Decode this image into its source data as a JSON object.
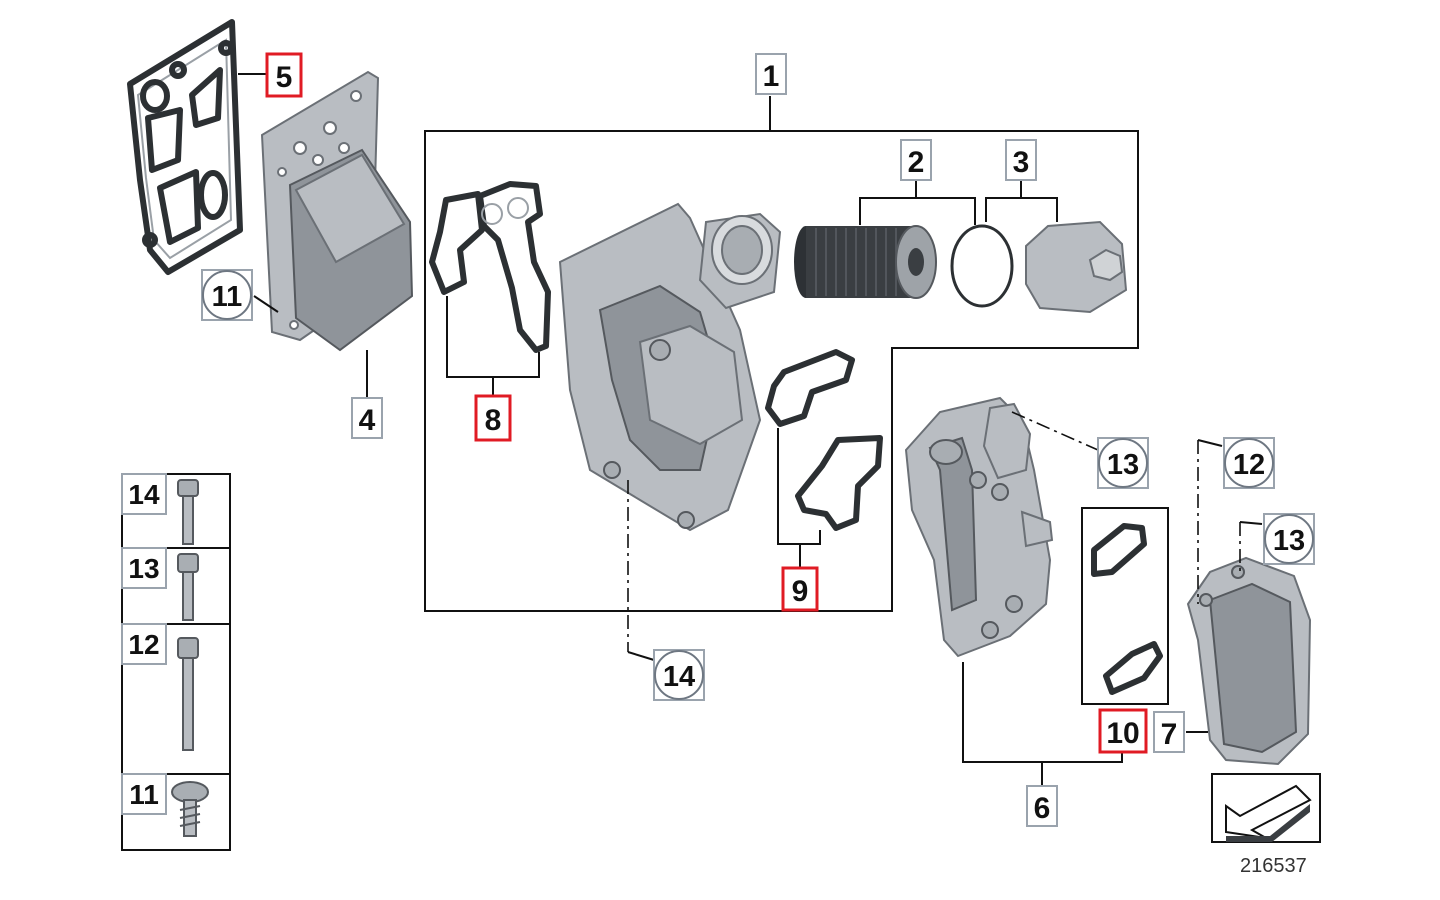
{
  "diagram": {
    "callouts": [
      {
        "id": "c1",
        "text": "1",
        "style": "box"
      },
      {
        "id": "c2",
        "text": "2",
        "style": "box"
      },
      {
        "id": "c3",
        "text": "3",
        "style": "box"
      },
      {
        "id": "c4",
        "text": "4",
        "style": "box"
      },
      {
        "id": "c5",
        "text": "5",
        "style": "red-box"
      },
      {
        "id": "c6",
        "text": "6",
        "style": "box"
      },
      {
        "id": "c7",
        "text": "7",
        "style": "box"
      },
      {
        "id": "c8",
        "text": "8",
        "style": "red-box"
      },
      {
        "id": "c9",
        "text": "9",
        "style": "red-box"
      },
      {
        "id": "c10",
        "text": "10",
        "style": "red-box"
      },
      {
        "id": "c11",
        "text": "11",
        "style": "circle"
      },
      {
        "id": "c12",
        "text": "12",
        "style": "circle"
      },
      {
        "id": "c13a",
        "text": "13",
        "style": "circle"
      },
      {
        "id": "c13b",
        "text": "13",
        "style": "circle"
      },
      {
        "id": "c14",
        "text": "14",
        "style": "circle"
      }
    ],
    "fastener_table": [
      {
        "text": "14",
        "icon": "hex-bolt-short-icon"
      },
      {
        "text": "13",
        "icon": "hex-bolt-medium-icon"
      },
      {
        "text": "12",
        "icon": "hex-bolt-long-icon"
      },
      {
        "text": "11",
        "icon": "flange-screw-icon"
      }
    ],
    "drawing_number": "216537",
    "colors": {
      "red_highlight": "#e01b24",
      "box_outline": "#9aa3ad",
      "part_fill": "#b9bdc2"
    }
  }
}
